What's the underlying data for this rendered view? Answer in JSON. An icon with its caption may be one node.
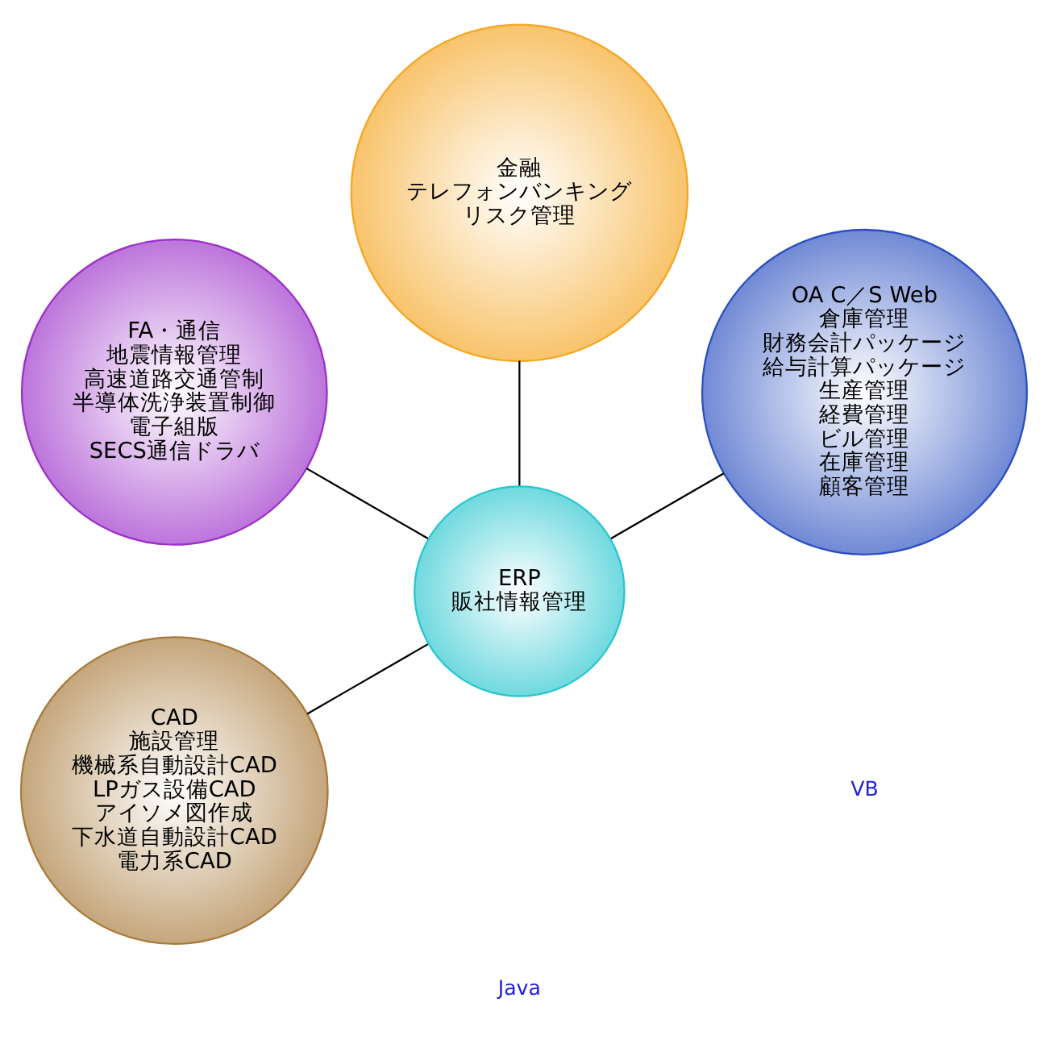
{
  "diagram": {
    "nodes": [
      {
        "text": [
          "OA C／S Web",
          "倉庫管理",
          "財務会計パッケージ",
          "給与計算パッケージ",
          "生産管理",
          "経費管理",
          "ビル管理",
          "在庫管理",
          "顧客管理"
        ]
      },
      {
        "text": [
          "金融",
          "テレフォンバンキング",
          "リスク管理"
        ]
      },
      {
        "text": [
          "ERP",
          "販社情報管理"
        ]
      },
      {
        "text": [
          "FA・通信",
          "地震情報管理",
          "高速道路交通管制",
          "半導体洗浄装置制御",
          "電子組版",
          "SECS通信ドラバ"
        ]
      },
      {
        "text": [
          "CAD",
          "施設管理",
          "機械系自動設計CAD",
          "LPガス設備CAD",
          "アイソメ図作成",
          "下水道自動設計CAD",
          "電力系CAD"
        ]
      }
    ],
    "edges": [
      {
        "from": 2,
        "to": 0,
        "arrow": "none"
      },
      {
        "from": 2,
        "to": 1,
        "arrow": "none"
      },
      {
        "from": 2,
        "to": 3,
        "arrow": "none"
      },
      {
        "from": 2,
        "to": 4,
        "arrow": "none"
      }
    ],
    "labels": [
      "Java",
      "VB"
    ]
  }
}
